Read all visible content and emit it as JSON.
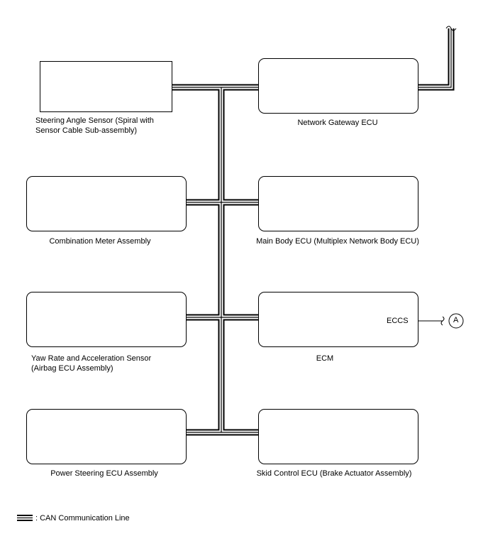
{
  "components": {
    "steering_angle_sensor": [
      "Steering Angle Sensor (Spiral with",
      "Sensor Cable Sub-assembly)"
    ],
    "network_gateway_ecu": "Network Gateway ECU",
    "combination_meter": "Combination Meter Assembly",
    "main_body_ecu": "Main Body ECU (Multiplex Network Body ECU)",
    "yaw_rate_sensor": [
      "Yaw Rate and Acceleration Sensor",
      "(Airbag ECU Assembly)"
    ],
    "ecm": "ECM",
    "ecm_terminal": "ECCS",
    "connector_a": "A",
    "power_steering_ecu": "Power Steering ECU Assembly",
    "skid_control_ecu": "Skid Control ECU (Brake Actuator Assembly)"
  },
  "legend": {
    "can_line": ": CAN Communication Line"
  }
}
